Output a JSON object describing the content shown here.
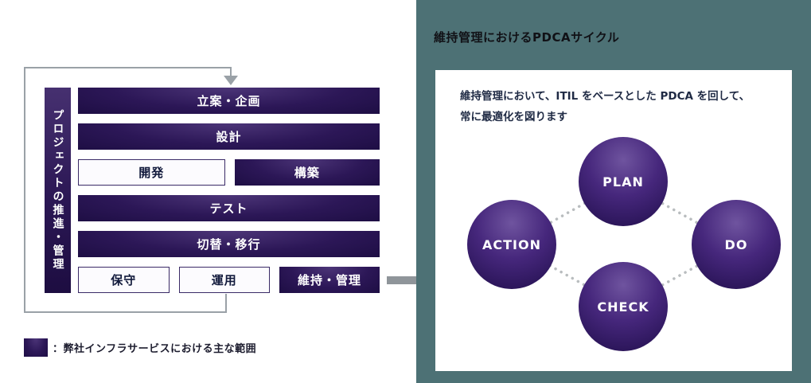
{
  "left_diagram": {
    "side_label": "プロジェクトの推進・管理",
    "rows": [
      {
        "items": [
          {
            "label": "立案・企画",
            "type": "dark"
          }
        ]
      },
      {
        "items": [
          {
            "label": "設計",
            "type": "dark"
          }
        ]
      },
      {
        "items": [
          {
            "label": "開発",
            "type": "light"
          },
          {
            "label": "構築",
            "type": "dark"
          }
        ]
      },
      {
        "items": [
          {
            "label": "テスト",
            "type": "dark"
          }
        ]
      },
      {
        "items": [
          {
            "label": "切替・移行",
            "type": "dark"
          }
        ]
      },
      {
        "items": [
          {
            "label": "保守",
            "type": "light"
          },
          {
            "label": "運用",
            "type": "light"
          },
          {
            "label": "維持・管理",
            "type": "dark"
          }
        ]
      }
    ],
    "legend_text": "：弊社インフラサービスにおける主な範囲"
  },
  "right_panel": {
    "title": "維持管理におけるPDCAサイクル",
    "description": [
      "維持管理において、ITIL をベースとした PDCA を回して、",
      "常に最適化を図ります"
    ],
    "cycle": [
      {
        "label": "PLAN"
      },
      {
        "label": "DO"
      },
      {
        "label": "CHECK"
      },
      {
        "label": "ACTION"
      }
    ]
  },
  "colors": {
    "dark_purple": "#2c1757",
    "teal_background": "#4d7175",
    "arrow_gray": "#8f959a"
  }
}
